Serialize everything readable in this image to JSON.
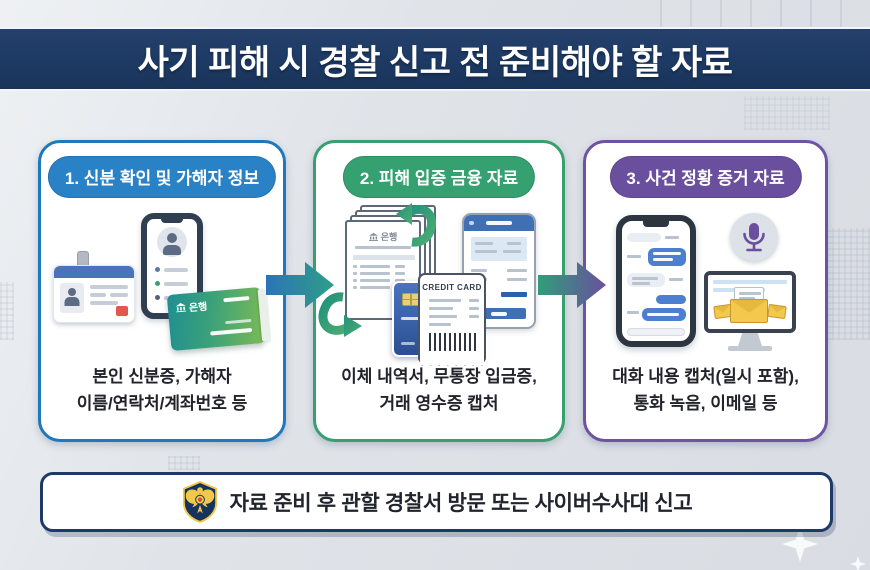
{
  "title": {
    "text": "사기 피해 시 경찰 신고 전 준비해야 할 자료"
  },
  "panels": [
    {
      "header": "1. 신분 확인 및 가해자 정보",
      "desc_line1": "본인 신분증, 가해자",
      "desc_line2": "이름/연락처/계좌번호 등",
      "accent": "#1f78bd"
    },
    {
      "header": "2. 피해 입증 금융 자료",
      "desc_line1": "이체 내역서, 무통장 입금증,",
      "desc_line2": "거래 영수증 캡처",
      "accent": "#37a06e"
    },
    {
      "header": "3. 사건 정황 증거 자료",
      "desc_line1": "대화 내용 캡처(일시 포함),",
      "desc_line2": "통화 녹음, 이메일 등",
      "accent": "#6e53a3"
    }
  ],
  "illustrations": {
    "bankbook_label": "은행",
    "statement_label": "은행",
    "receipt_title": "CREDIT CARD"
  },
  "footer": {
    "text": "자료 준비 후 관할 경찰서 방문 또는 사이버수사대 신고"
  },
  "colors": {
    "title_bar": "#1d3a64",
    "background": "#dde1e7",
    "arrow1_from": "#2b74b8",
    "arrow1_to": "#2f9e86",
    "arrow2_from": "#2f9e7a",
    "arrow2_to": "#6a4f9e",
    "footer_border": "#1d3a66",
    "police_shield": "#16335e",
    "police_gold": "#f2c84b"
  }
}
